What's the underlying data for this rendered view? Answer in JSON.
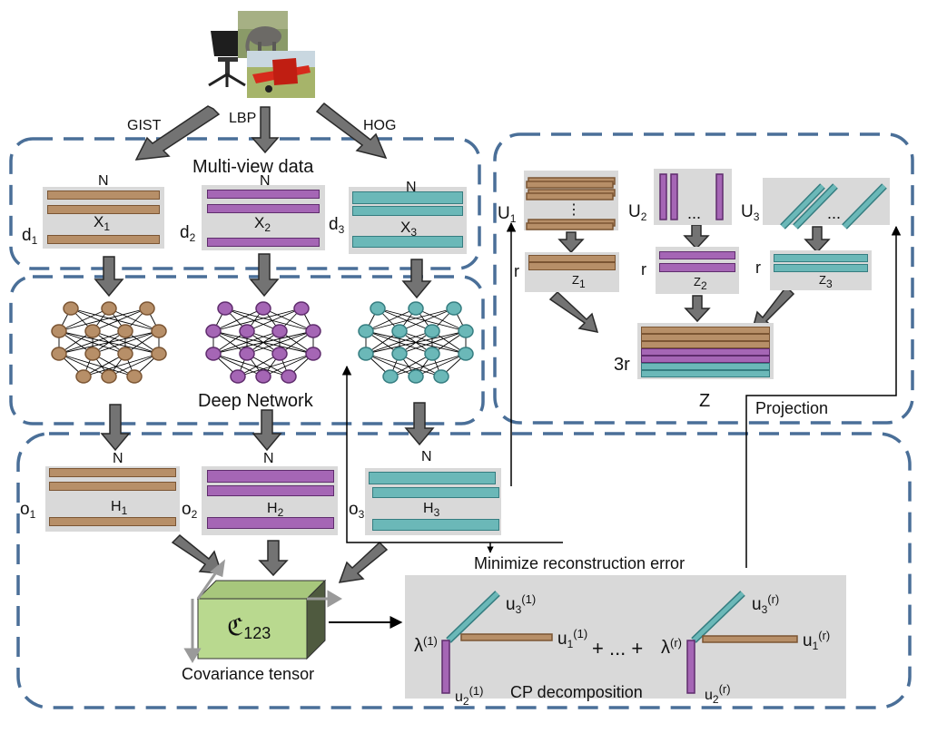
{
  "feature_labels": {
    "gist": "GIST",
    "lbp": "LBP",
    "hog": "HOG"
  },
  "sections": {
    "multiview": "Multi-view data",
    "deep": "Deep Network",
    "projection": "Projection"
  },
  "views": [
    {
      "n": "N",
      "dim": "d",
      "dim_sub": "1",
      "mat": "X",
      "mat_sub": "1",
      "out_dim": "o",
      "out_sub": "1",
      "hid": "H",
      "hid_sub": "1"
    },
    {
      "n": "N",
      "dim": "d",
      "dim_sub": "2",
      "mat": "X",
      "mat_sub": "2",
      "out_dim": "o",
      "out_sub": "2",
      "hid": "H",
      "hid_sub": "2"
    },
    {
      "n": "N",
      "dim": "d",
      "dim_sub": "3",
      "mat": "X",
      "mat_sub": "3",
      "out_dim": "o",
      "out_sub": "3",
      "hid": "H",
      "hid_sub": "3"
    }
  ],
  "projection": {
    "u1": "U",
    "u1_sub": "1",
    "u2": "U",
    "u2_sub": "2",
    "u3": "U",
    "u3_sub": "3",
    "dots_v": "⋮",
    "dots_h": "...",
    "r": "r",
    "z1": "Z",
    "z1_sub": "1",
    "z2": "Z",
    "z2_sub": "2",
    "z3": "Z",
    "z3_sub": "3",
    "three_r": "3r",
    "z": "Z"
  },
  "tensor": {
    "symbol": "ℭ",
    "sub": "123",
    "caption": "Covariance tensor"
  },
  "minimize": "Minimize reconstruction error",
  "cp": {
    "caption": "CP decomposition",
    "lambda1": "λ",
    "lambda1_sup": "(1)",
    "u3_1": "u",
    "u3_1_sub": "3",
    "u3_1_sup": "(1)",
    "u1_1": "u",
    "u1_1_sub": "1",
    "u1_1_sup": "(1)",
    "u2_1": "u",
    "u2_1_sub": "2",
    "u2_1_sup": "(1)",
    "plus_dots": "+ ... +",
    "lambdar": "λ",
    "lambdar_sup": "(r)",
    "u3_r": "u",
    "u3_r_sub": "3",
    "u3_r_sup": "(r)",
    "u1_r": "u",
    "u1_r_sub": "1",
    "u1_r_sup": "(r)",
    "u2_r": "u",
    "u2_r_sub": "2",
    "u2_r_sup": "(r)"
  },
  "colors": {
    "dashed_border": "#4a6f98",
    "brown": "#b78f68",
    "purple": "#a566b5",
    "teal": "#6bb8b8",
    "gray_box": "#d9d9d9",
    "tensor_green": "#b9d98f",
    "arrow_gray": "#707070"
  }
}
